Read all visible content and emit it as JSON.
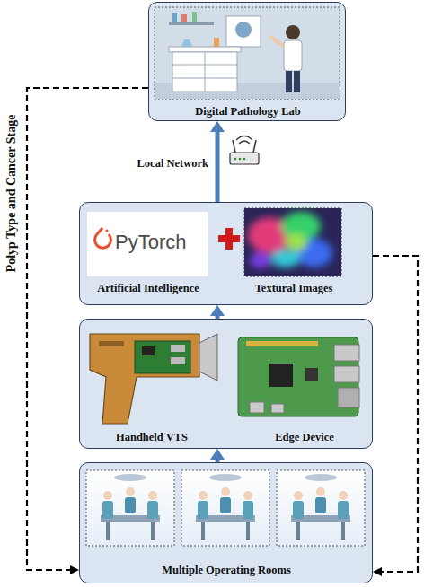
{
  "diagram": {
    "nodes": [
      {
        "text": [
          "Digital Pathology Lab"
        ]
      },
      {
        "text": [
          "Artificial Intelligence",
          "Textural Images"
        ]
      },
      {
        "text": [
          "Handheld VTS",
          "Edge Device"
        ]
      },
      {
        "text": [
          "Multiple Operating Rooms"
        ]
      }
    ],
    "edges": [
      {
        "from": 3,
        "to": 2,
        "arrow": "to"
      },
      {
        "from": 2,
        "to": 1,
        "arrow": "to"
      },
      {
        "from": 1,
        "to": 0,
        "arrow": "to",
        "label": "Local Network"
      },
      {
        "from": 0,
        "to": 3,
        "arrow": "to"
      },
      {
        "from": 1,
        "to": 3,
        "arrow": "to"
      }
    ],
    "labels": [
      "PyTorch",
      "Polyp Type and Cancer Stage"
    ]
  }
}
